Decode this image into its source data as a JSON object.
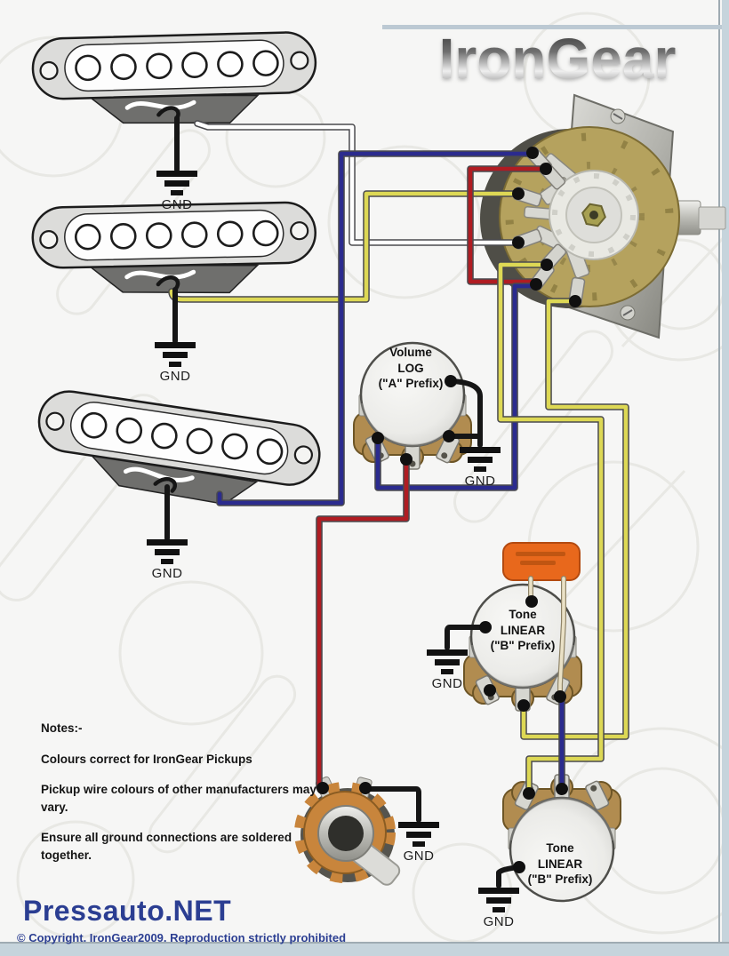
{
  "logo": {
    "text": "IronGear"
  },
  "labels": {
    "gnd": "GND"
  },
  "pots": {
    "volume": {
      "label": "Volume\nLOG\n(\"A\" Prefix)"
    },
    "tone_middle": {
      "label": "Tone\nLINEAR\n(\"B\" Prefix)"
    },
    "tone_bottom": {
      "label": "Tone\nLINEAR\n(\"B\" Prefix)"
    }
  },
  "notes": {
    "heading": "Notes:-",
    "items": [
      "Colours correct for IronGear Pickups",
      "Pickup wire colours of other manufacturers may vary.",
      "Ensure all ground connections are soldered together."
    ]
  },
  "footer": {
    "site": "Pressauto.NET",
    "copyright": "© Copyright. IronGear2009. Reproduction strictly prohibited"
  },
  "wire_colors": {
    "yellow": "#ddd855",
    "blue": "#2b2b8e",
    "red": "#b01c22",
    "black": "#161616",
    "white": "#ffffff",
    "cap_leg": "#eae1c6"
  },
  "component_colors": {
    "capacitor_body": "#e8681c",
    "switch_wafer": "#b5a25e",
    "pot_base": "#b18c50",
    "accent_footer": "#2b3e92"
  }
}
